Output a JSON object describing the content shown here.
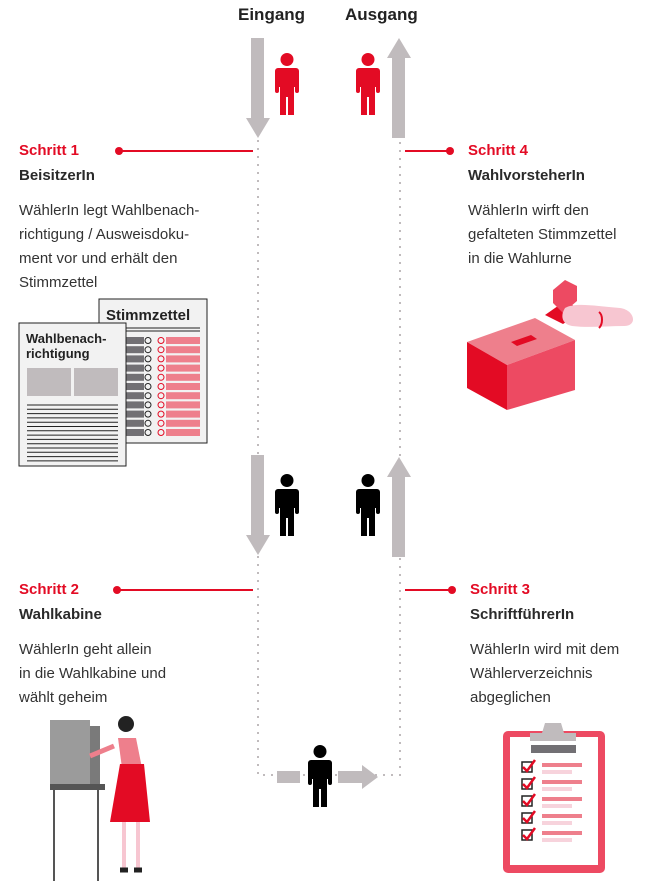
{
  "header": {
    "entrance": "Eingang",
    "exit": "Ausgang"
  },
  "steps": [
    {
      "number": "Schritt 1",
      "title": "BeisitzerIn",
      "text": "WählerIn legt Wahlbenach-richtigung / Ausweisdoku-ment vor und erhält den Stimmzettel",
      "lines": [
        "WählerIn legt Wahlbenach-",
        "richtigung / Ausweisdoku-",
        "ment vor und erhält den",
        "Stimmzettel"
      ]
    },
    {
      "number": "Schritt 2",
      "title": "Wahlkabine",
      "lines": [
        "WählerIn geht allein",
        "in die Wahlkabine und",
        "wählt geheim"
      ]
    },
    {
      "number": "Schritt 3",
      "title": "SchriftführerIn",
      "lines": [
        "WählerIn wird mit dem",
        "Wählerverzeichnis",
        "abgeglichen"
      ]
    },
    {
      "number": "Schritt 4",
      "title": "WahlvorsteherIn",
      "lines": [
        "WählerIn wirft den",
        "gefalteten Stimmzettel",
        "in die Wahlurne"
      ]
    }
  ],
  "illustrations": {
    "ballot_title": "Stimmzettel",
    "notice_title_1": "Wahlbenach-",
    "notice_title_2": "richtigung"
  },
  "colors": {
    "accent": "#e30b24",
    "arrow": "#c0bbbd",
    "pink": "#ee7f8c"
  }
}
